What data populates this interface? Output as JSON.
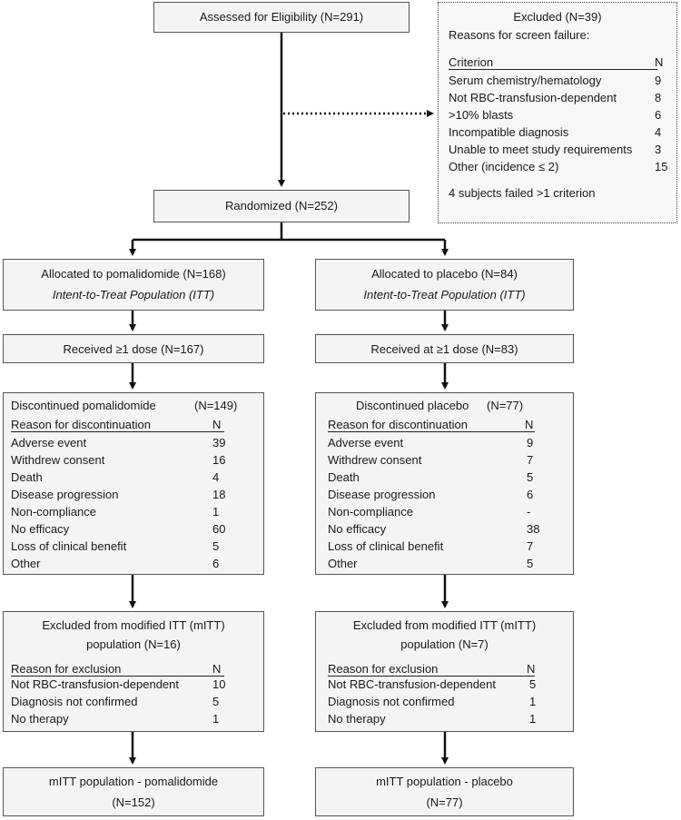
{
  "assessed": "Assessed for Eligibility  (N=291)",
  "excluded": {
    "title": "Excluded  (N=39)",
    "subtitle": "Reasons for screen failure:",
    "col_criterion": "Criterion",
    "col_n": "N",
    "rows": [
      {
        "label": "Serum chemistry/hematology",
        "n": "9"
      },
      {
        "label": "Not RBC-transfusion-dependent",
        "n": "8"
      },
      {
        "label": ">10% blasts",
        "n": "6"
      },
      {
        "label": "Incompatible diagnosis",
        "n": "4"
      },
      {
        "label": "Unable to meet study requirements",
        "n": "3"
      },
      {
        "label": "Other (incidence ≤ 2)",
        "n": "15"
      }
    ],
    "footnote": "4 subjects failed >1 criterion"
  },
  "randomized": "Randomized  (N=252)",
  "left": {
    "allocated": "Allocated to pomalidomide  (N=168)",
    "itt": "Intent-to-Treat Population (ITT)",
    "received": "Received ≥1 dose  (N=167)",
    "disc_title": "Discontinued pomalidomide",
    "disc_n": "(N=149)",
    "disc_col_reason": "Reason for discontinuation",
    "disc_col_n": "N",
    "disc_rows": [
      {
        "label": "Adverse event",
        "n": "39"
      },
      {
        "label": "Withdrew consent",
        "n": "16"
      },
      {
        "label": "Death",
        "n": "4"
      },
      {
        "label": "Disease progression",
        "n": "18"
      },
      {
        "label": "Non-compliance",
        "n": "1"
      },
      {
        "label": "No efficacy",
        "n": "60"
      },
      {
        "label": "Loss of clinical benefit",
        "n": "5"
      },
      {
        "label": "Other",
        "n": "6"
      }
    ],
    "excl_title_1": "Excluded from modified ITT (mITT)",
    "excl_title_2": "population (N=16)",
    "excl_col_reason": "Reason for exclusion",
    "excl_col_n": "N",
    "excl_rows": [
      {
        "label": "Not RBC-transfusion-dependent",
        "n": "10"
      },
      {
        "label": "Diagnosis not confirmed",
        "n": "5"
      },
      {
        "label": "No therapy",
        "n": "1"
      }
    ],
    "mitt_1": "mITT population - pomalidomide",
    "mitt_2": "(N=152)"
  },
  "right": {
    "allocated": "Allocated to placebo  (N=84)",
    "itt": "Intent-to-Treat Population (ITT)",
    "received": "Received at ≥1 dose  (N=83)",
    "disc_title": "Discontinued placebo",
    "disc_n": "(N=77)",
    "disc_col_reason": "Reason for discontinuation",
    "disc_col_n": "N",
    "disc_rows": [
      {
        "label": "Adverse event",
        "n": "9"
      },
      {
        "label": "Withdrew consent",
        "n": "7"
      },
      {
        "label": "Death",
        "n": "5"
      },
      {
        "label": "Disease progression",
        "n": "6"
      },
      {
        "label": "Non-compliance",
        "n": "-"
      },
      {
        "label": "No efficacy",
        "n": "38"
      },
      {
        "label": "Loss of clinical benefit",
        "n": "7"
      },
      {
        "label": "Other",
        "n": "5"
      }
    ],
    "excl_title_1": "Excluded from modified ITT (mITT)",
    "excl_title_2": "population (N=7)",
    "excl_col_reason": "Reason for exclusion",
    "excl_col_n": "N",
    "excl_rows": [
      {
        "label": "Not RBC-transfusion-dependent",
        "n": "5"
      },
      {
        "label": "Diagnosis not confirmed",
        "n": "1"
      },
      {
        "label": "No therapy",
        "n": "1"
      }
    ],
    "mitt_1": "mITT population - placebo",
    "mitt_2": "(N=77)"
  }
}
